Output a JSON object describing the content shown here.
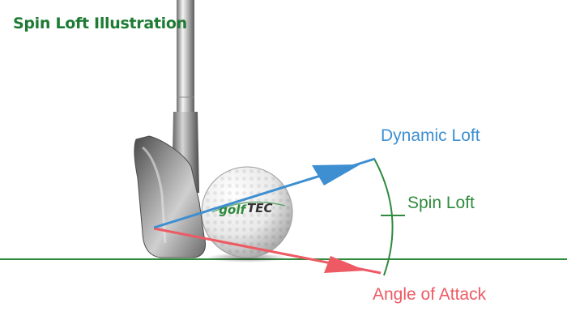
{
  "title": "Spin Loft Illustration",
  "labels": {
    "dynamic_loft": "Dynamic Loft",
    "spin_loft": "Spin Loft",
    "angle_of_attack": "Angle of Attack"
  },
  "ball_logo": {
    "left": "golf",
    "right": "TEC"
  },
  "colors": {
    "title": "#1e7b34",
    "dynamic_loft": "#3d8fd1",
    "spin_loft": "#2f8a3c",
    "angle_of_attack": "#ee5a63",
    "ground": "#2f8a3c"
  },
  "icons": {
    "club": "iron-club-icon",
    "ball": "golf-ball-icon"
  }
}
